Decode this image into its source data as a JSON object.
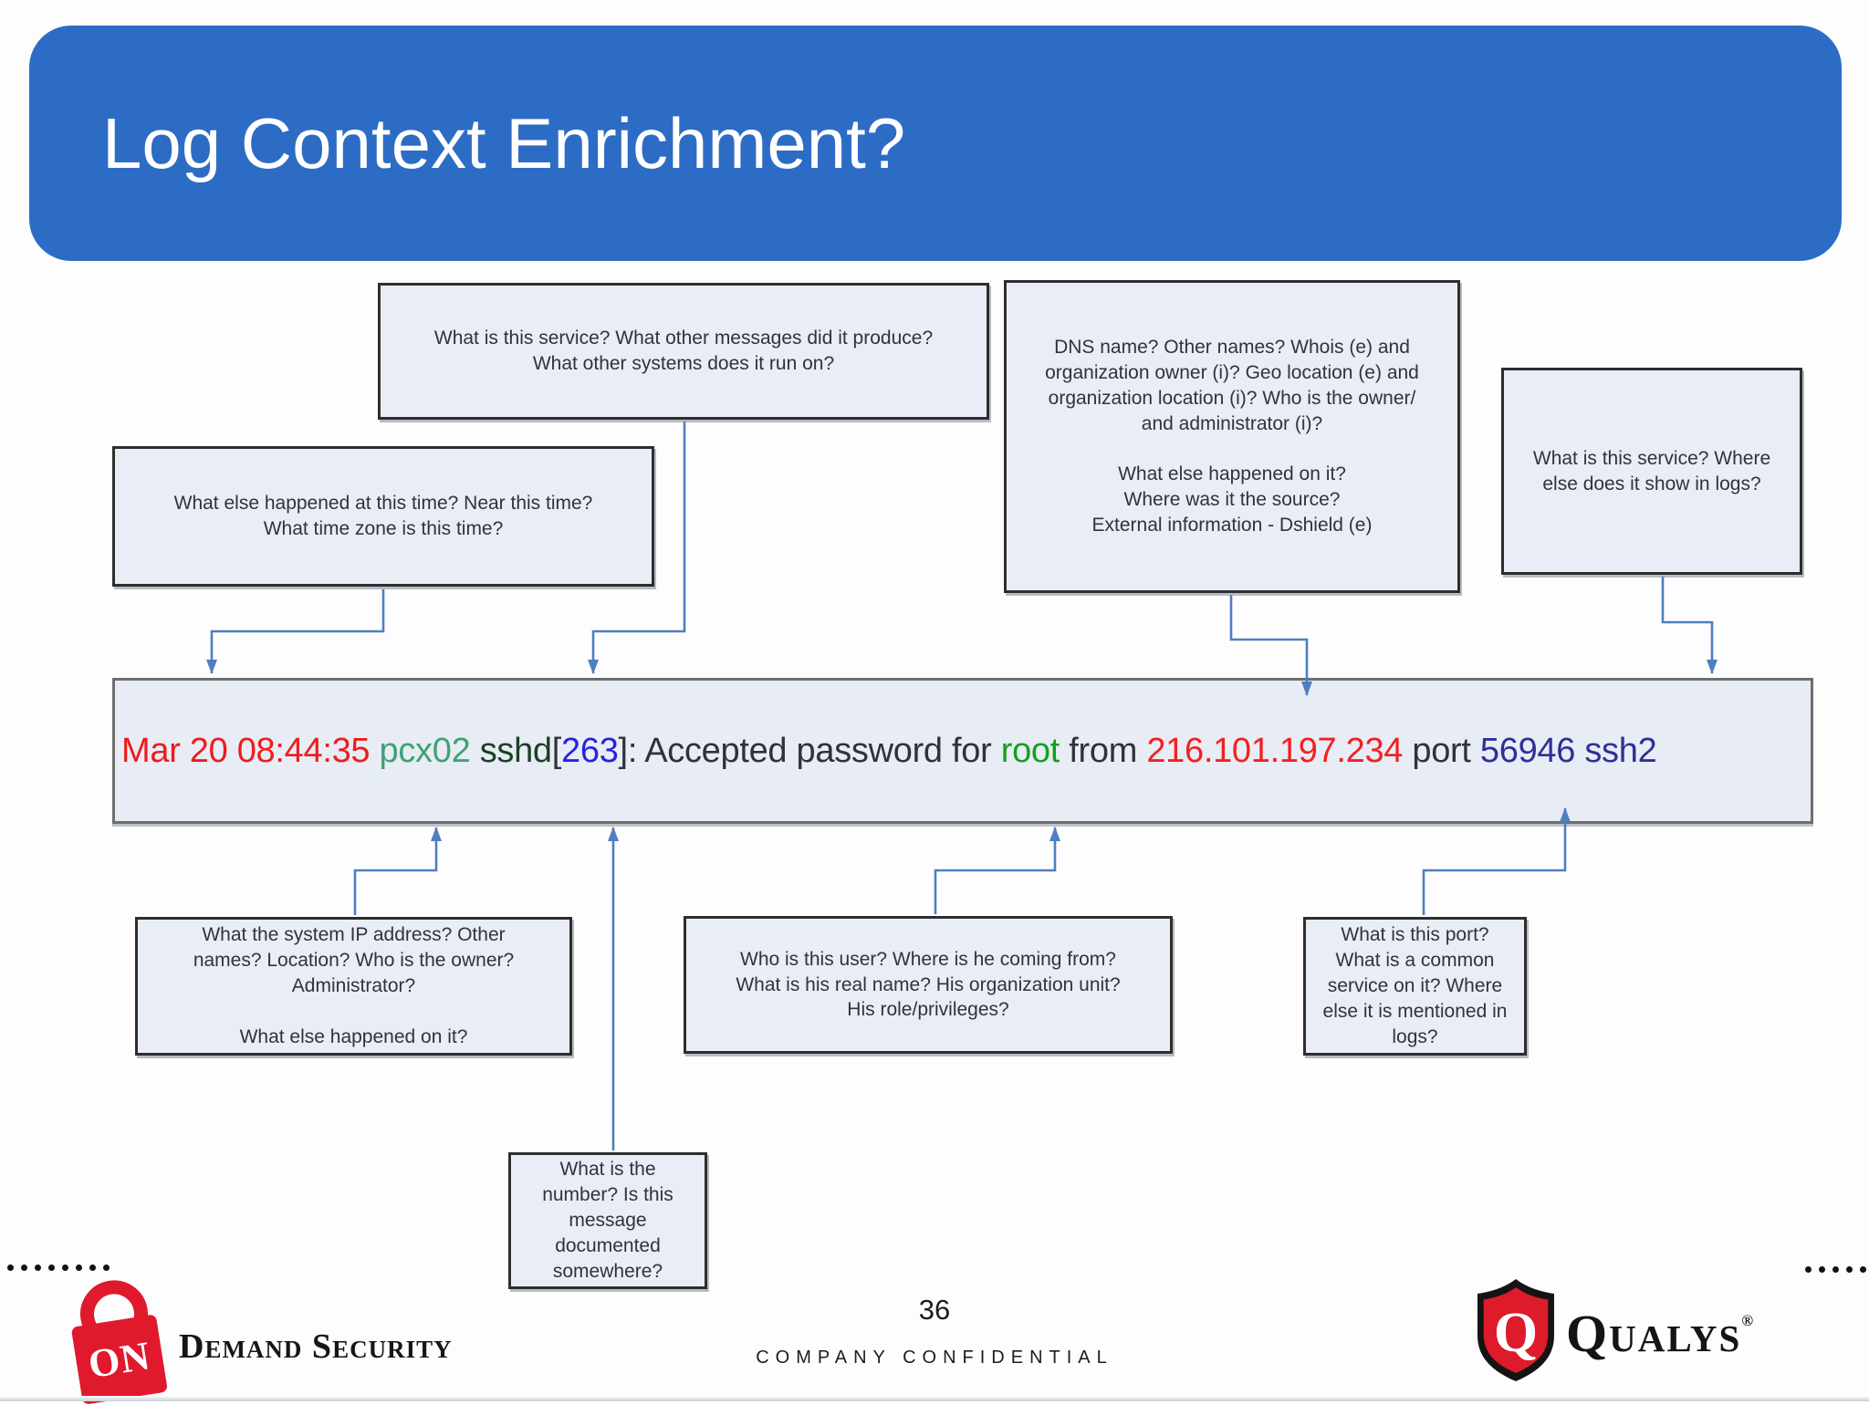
{
  "slide": {
    "title": "Log Context Enrichment?",
    "page_number": "36",
    "footer_classification": "COMPANY CONFIDENTIAL"
  },
  "colors": {
    "header_bg": "#2d6cc4",
    "callout_fill": "#e9edf6",
    "callout_border": "#2e2e2e",
    "callout_text": "#2f3439",
    "log_fill": "#e8ecf5",
    "log_border": "#6e6e6e",
    "arrow": "#4e7fc1",
    "footer_text": "#1d1d1d",
    "logo_red": "#e0192d",
    "qualys_red": "#dd1b2a"
  },
  "callouts": {
    "service": {
      "text": "What is this service? What other messages did it produce?\nWhat other systems does it run on?"
    },
    "dns": {
      "text": "DNS name? Other names? Whois (e) and\norganization owner (i)? Geo location (e) and\norganization location (i)? Who is the owner/\nand administrator (i)?\n\nWhat else happened on it?\nWhere was it the source?\nExternal information - Dshield (e)"
    },
    "time": {
      "text": "What else happened at this time? Near this time?\nWhat time zone is this time?"
    },
    "service_logs": {
      "text": "What is this service? Where\nelse does it show in logs?"
    },
    "system_ip": {
      "text": "What the system IP address? Other\nnames? Location? Who is the owner?\nAdministrator?\n\nWhat else happened on it?"
    },
    "user": {
      "text": "Who is this user? Where is he coming from?\nWhat is his real name? His organization unit?\nHis role/privileges?"
    },
    "port": {
      "text": "What is this port?\nWhat is a common\nservice on it? Where\nelse it is mentioned in\nlogs?"
    },
    "pid": {
      "text": "What is the\nnumber? Is this\nmessage\ndocumented\nsomewhere?"
    }
  },
  "log_line": {
    "full_text": "Mar 20 08:44:35 pcx02 sshd[263]: Accepted password for root from 216.101.197.234 port 56946 ssh2",
    "segments": [
      {
        "text": "Mar 20 08:44:35",
        "color": "#ee1c1c"
      },
      {
        "text": " ",
        "color": "#2e3338"
      },
      {
        "text": "pcx02",
        "color": "#3fa273"
      },
      {
        "text": " ",
        "color": "#2e3338"
      },
      {
        "text": "sshd",
        "color": "#1c3f24"
      },
      {
        "text": "[",
        "color": "#2e3338"
      },
      {
        "text": "263",
        "color": "#2424e0"
      },
      {
        "text": "]",
        "color": "#2e3338"
      },
      {
        "text": ": Accepted password for ",
        "color": "#2e3338"
      },
      {
        "text": "root",
        "color": "#12a11b"
      },
      {
        "text": " from ",
        "color": "#2e3338"
      },
      {
        "text": "216.101.197.234",
        "color": "#f22020"
      },
      {
        "text": " port ",
        "color": "#2e3338"
      },
      {
        "text": "56946 ssh2",
        "color": "#2f2f96"
      }
    ]
  },
  "footer": {
    "ods_on": "ON",
    "ods_name": "Demand Security",
    "qualys_q": "Q",
    "qualys_name": "Qualys",
    "qualys_reg": "®"
  }
}
